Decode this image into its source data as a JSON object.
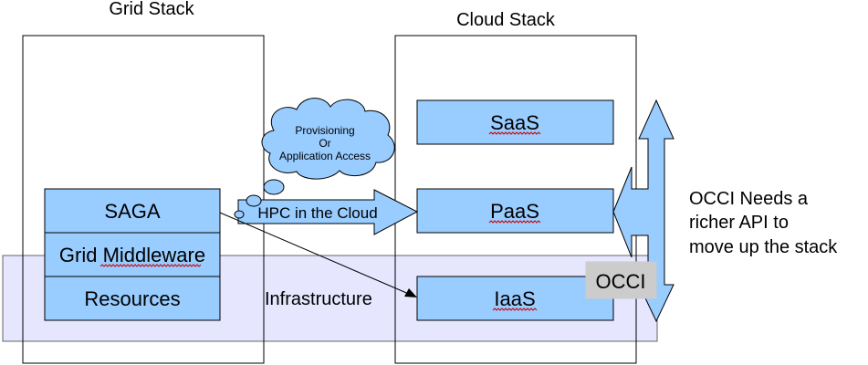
{
  "headings": {
    "grid_stack": "Grid  Stack",
    "cloud_stack": "Cloud Stack"
  },
  "grid_layers": {
    "saga": "SAGA",
    "middleware": "Grid Middleware",
    "resources": "Resources"
  },
  "cloud_layers": {
    "saas": "SaaS",
    "paas": "PaaS",
    "iaas": "IaaS"
  },
  "infrastructure_label": "Infrastructure",
  "hpc_arrow_label": "HPC in the Cloud",
  "cloud_callout": {
    "line1": "Provisioning",
    "line2": "Or",
    "line3": "Application Access"
  },
  "occi_box": "OCCI",
  "occi_note": {
    "line1": "OCCI Needs a",
    "line2": "richer API to",
    "line3": "move up the stack"
  },
  "colors": {
    "box_fill": "#99ccff",
    "infra_band": "#e6e6ff",
    "occi_fill": "#cccccc",
    "outline": "#000000"
  }
}
